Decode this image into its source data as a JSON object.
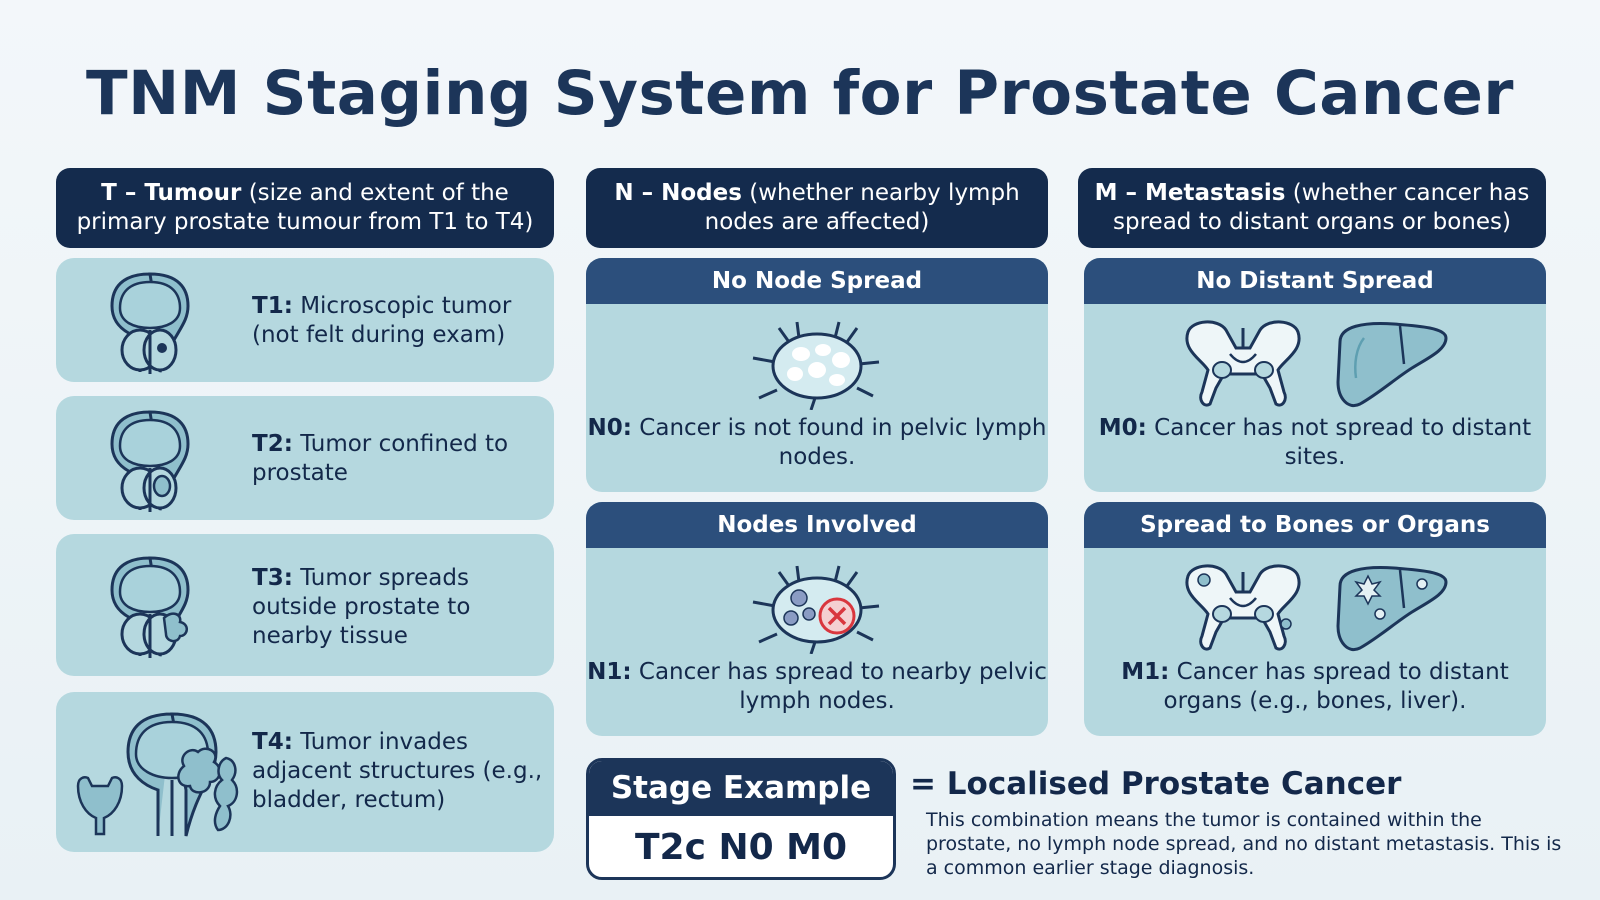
{
  "title": "TNM Staging System for Prostate Cancer",
  "columns": {
    "t": {
      "label": "T – Tumour",
      "desc": " (size and extent of the primary prostate tumour from T1 to T4)"
    },
    "n": {
      "label": "N – Nodes",
      "desc": " (whether nearby lymph nodes are affected)"
    },
    "m": {
      "label": "M – Metastasis",
      "desc": " (whether cancer has spread to distant organs or bones)"
    }
  },
  "t_stages": [
    {
      "code": "T1:",
      "text": " Microscopic tumor (not felt during exam)",
      "icon": "prostate-t1-icon"
    },
    {
      "code": "T2:",
      "text": " Tumor confined to prostate",
      "icon": "prostate-t2-icon"
    },
    {
      "code": "T3:",
      "text": " Tumor spreads outside prostate to nearby tissue",
      "icon": "prostate-t3-icon"
    },
    {
      "code": "T4:",
      "text": " Tumor invades adjacent structures (e.g., bladder, rectum)",
      "icon": "prostate-t4-icon"
    }
  ],
  "n_panels": [
    {
      "header": "No Node Spread",
      "code": "N0:",
      "text": " Cancer is not found in pelvic lymph nodes.",
      "icon": "lymph-node-healthy-icon"
    },
    {
      "header": "Nodes Involved",
      "code": "N1:",
      "text": " Cancer has spread to nearby pelvic lymph nodes.",
      "icon": "lymph-node-cancer-icon"
    }
  ],
  "m_panels": [
    {
      "header": "No Distant Spread",
      "code": "M0:",
      "text": " Cancer has not spread to distant sites.",
      "icons": [
        "pelvis-bone-icon",
        "liver-icon"
      ]
    },
    {
      "header": "Spread to Bones or Organs",
      "code": "M1:",
      "text": " Cancer has spread to distant organs (e.g., bones, liver).",
      "icons": [
        "pelvis-bone-metastasis-icon",
        "liver-metastasis-icon"
      ]
    }
  ],
  "stage_example": {
    "label": "Stage Example",
    "value": "T2c N0 M0",
    "result": "= Localised Prostate Cancer",
    "description": "This combination means the tumor is contained within the prostate, no lymph node spread, and no distant metastasis. This is a common earlier stage diagnosis."
  },
  "colors": {
    "navy": "#142b4d",
    "panel_header": "#2c4f7c",
    "card": "#b5d8df",
    "icon_fill": "#8fbfcc",
    "alert_red": "#d9363e"
  }
}
